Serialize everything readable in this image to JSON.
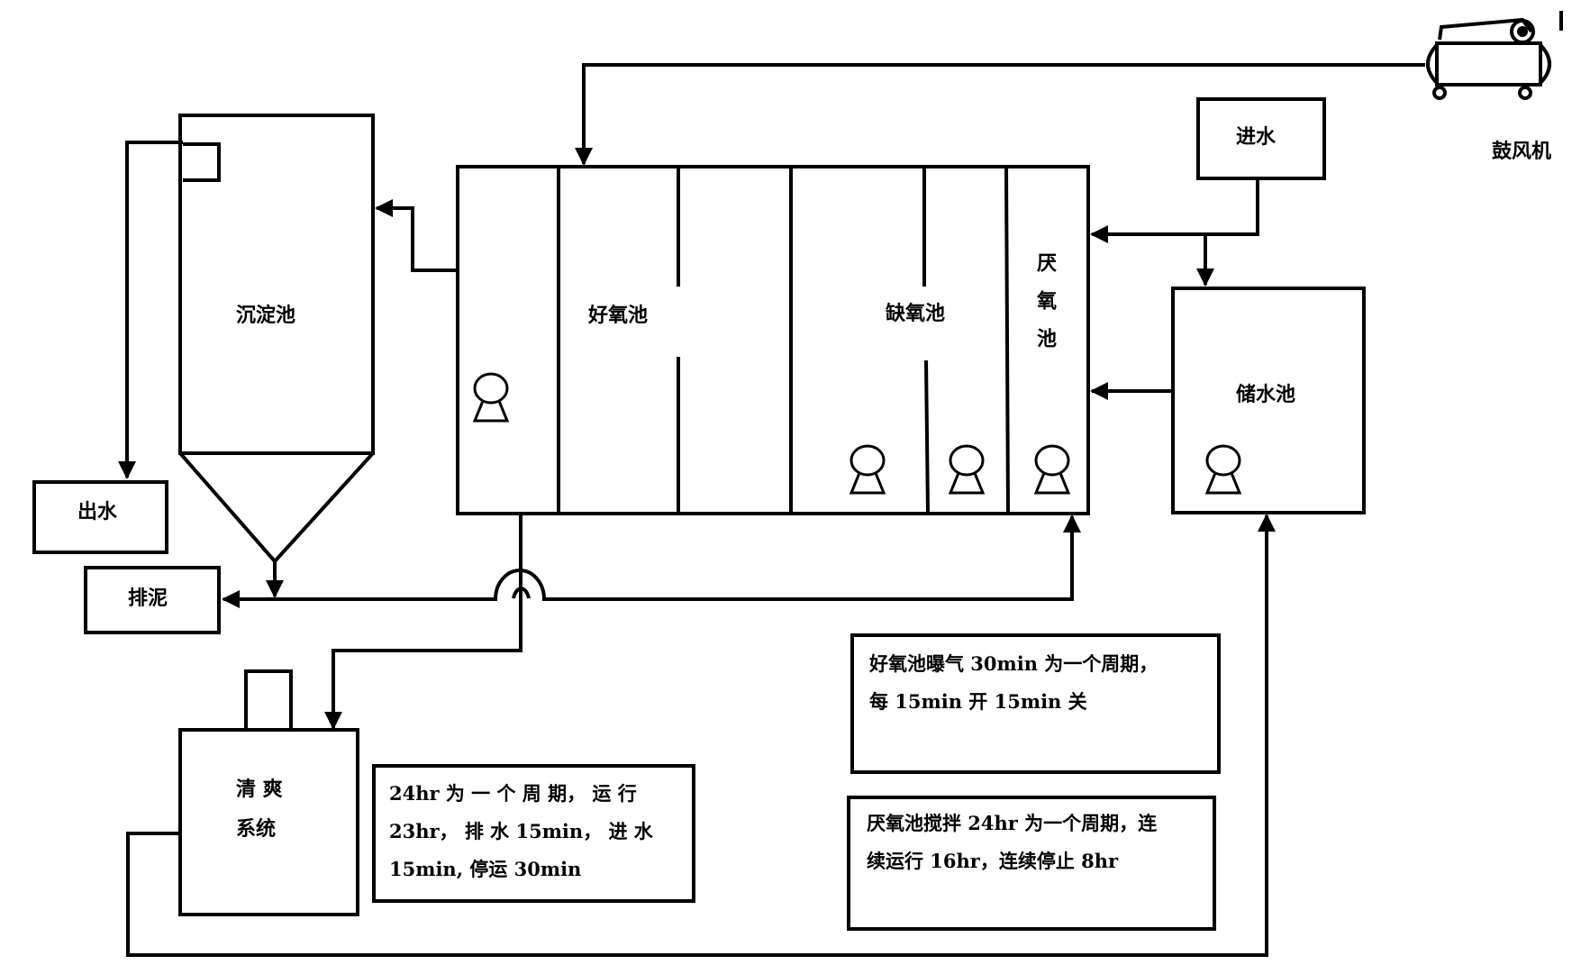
{
  "diagram": {
    "title": "",
    "units": {
      "blower": "鼓风机",
      "inlet": "进水",
      "storage_tank": "储水池",
      "anaerobic_tank": "厌氧池",
      "anoxic_tank": "缺氧池",
      "aerobic_tank": "好氧池",
      "settling_tank": "沉淀池",
      "effluent": "出水",
      "sludge_discharge": "排泥",
      "cleaning_system_line1": "清 爽",
      "cleaning_system_line2": "系统"
    },
    "notes": {
      "cycle_note": [
        "24hr 为 一 个 周 期， 运 行",
        "23hr， 排 水 15min， 进 水",
        "15min, 停运 30min"
      ],
      "aeration_note": [
        "好氧池曝气 30min 为一个周期，",
        "每 15min 开 15min 关"
      ],
      "anaerobic_note": [
        "厌氧池搅拌 24hr 为一个周期，连",
        "续运行 16hr，连续停止 8hr"
      ]
    },
    "flows": [
      {
        "from": "鼓风机",
        "to": "好氧池"
      },
      {
        "from": "进水",
        "to": "厌氧池"
      },
      {
        "from": "进水",
        "to": "储水池"
      },
      {
        "from": "储水池",
        "to": "厌氧池"
      },
      {
        "from": "好氧池",
        "to": "沉淀池"
      },
      {
        "from": "沉淀池",
        "to": "出水"
      },
      {
        "from": "沉淀池",
        "to": "排泥"
      },
      {
        "from": "沉淀池",
        "to": "厌氧池"
      },
      {
        "from": "好氧池",
        "to": "清爽系统"
      },
      {
        "from": "清爽系统",
        "to": "储水池"
      }
    ],
    "icons": {
      "mixer": "mixer-icon",
      "blower": "blower-icon"
    }
  }
}
